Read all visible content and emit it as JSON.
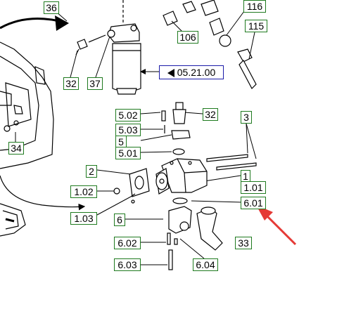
{
  "callouts": {
    "c36": "36",
    "c116": "116",
    "c115": "115",
    "c106": "106",
    "c32a": "32",
    "c37": "37",
    "c34": "34",
    "c502": "5.02",
    "c32b": "32",
    "c503": "5.03",
    "c5": "5",
    "c501": "5.01",
    "c3": "3",
    "c2": "2",
    "c1": "1",
    "c101": "1.01",
    "c102": "1.02",
    "c601": "6.01",
    "c103": "1.03",
    "c6": "6",
    "c33": "33",
    "c602": "6.02",
    "c604": "6.04",
    "c603": "6.03"
  },
  "reference": {
    "code": "05.21.00"
  },
  "colors": {
    "callout_border": "#1f7a1f",
    "reference_border": "#1a1aa8",
    "arrow": "#e53935"
  }
}
